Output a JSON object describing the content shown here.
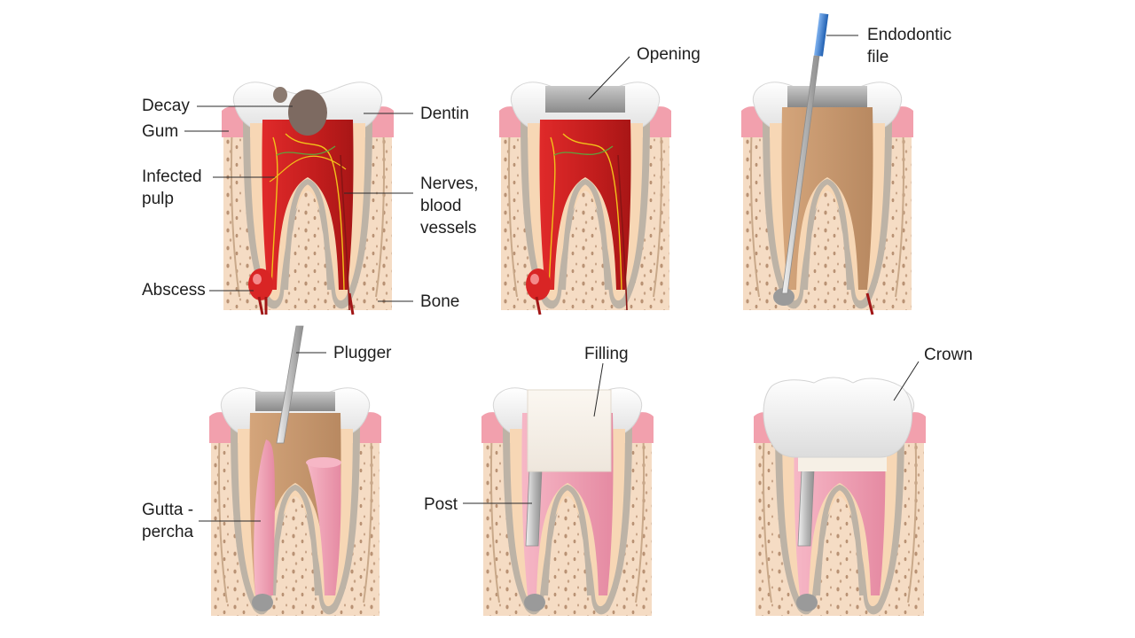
{
  "colors": {
    "bone": "#f5dcc4",
    "bone_edge": "#c9a98a",
    "gum": "#f2a0ad",
    "gum_light": "#f8c9d0",
    "dentin": "#f7d7b5",
    "enamel": "#f1f1f1",
    "pulp_infected": "#d92525",
    "pulp_dark": "#a11616",
    "nerve_yellow": "#f2c21a",
    "nerve_green": "#5fa33d",
    "chamber_brown": "#c79a72",
    "sealer_gray": "#9a9a9a",
    "gutta_percha": "#ef9fb5",
    "file_blue": "#2f73c9",
    "metal": "#d2d2d2",
    "crown_white": "#f4f4f4"
  },
  "labels": {
    "decay": [
      "Decay"
    ],
    "gum": [
      "Gum"
    ],
    "dentin": [
      "Dentin"
    ],
    "infected_pulp": [
      "Infected",
      "pulp"
    ],
    "nerves": [
      "Nerves,",
      "blood",
      "vessels"
    ],
    "abscess": [
      "Abscess"
    ],
    "bone": [
      "Bone"
    ],
    "opening": [
      "Opening"
    ],
    "endodontic_file": [
      "Endodontic",
      "file"
    ],
    "plugger": [
      "Plugger"
    ],
    "gutta_percha": [
      "Gutta -",
      "percha"
    ],
    "filling": [
      "Filling"
    ],
    "post": [
      "Post"
    ],
    "crown": [
      "Crown"
    ]
  }
}
